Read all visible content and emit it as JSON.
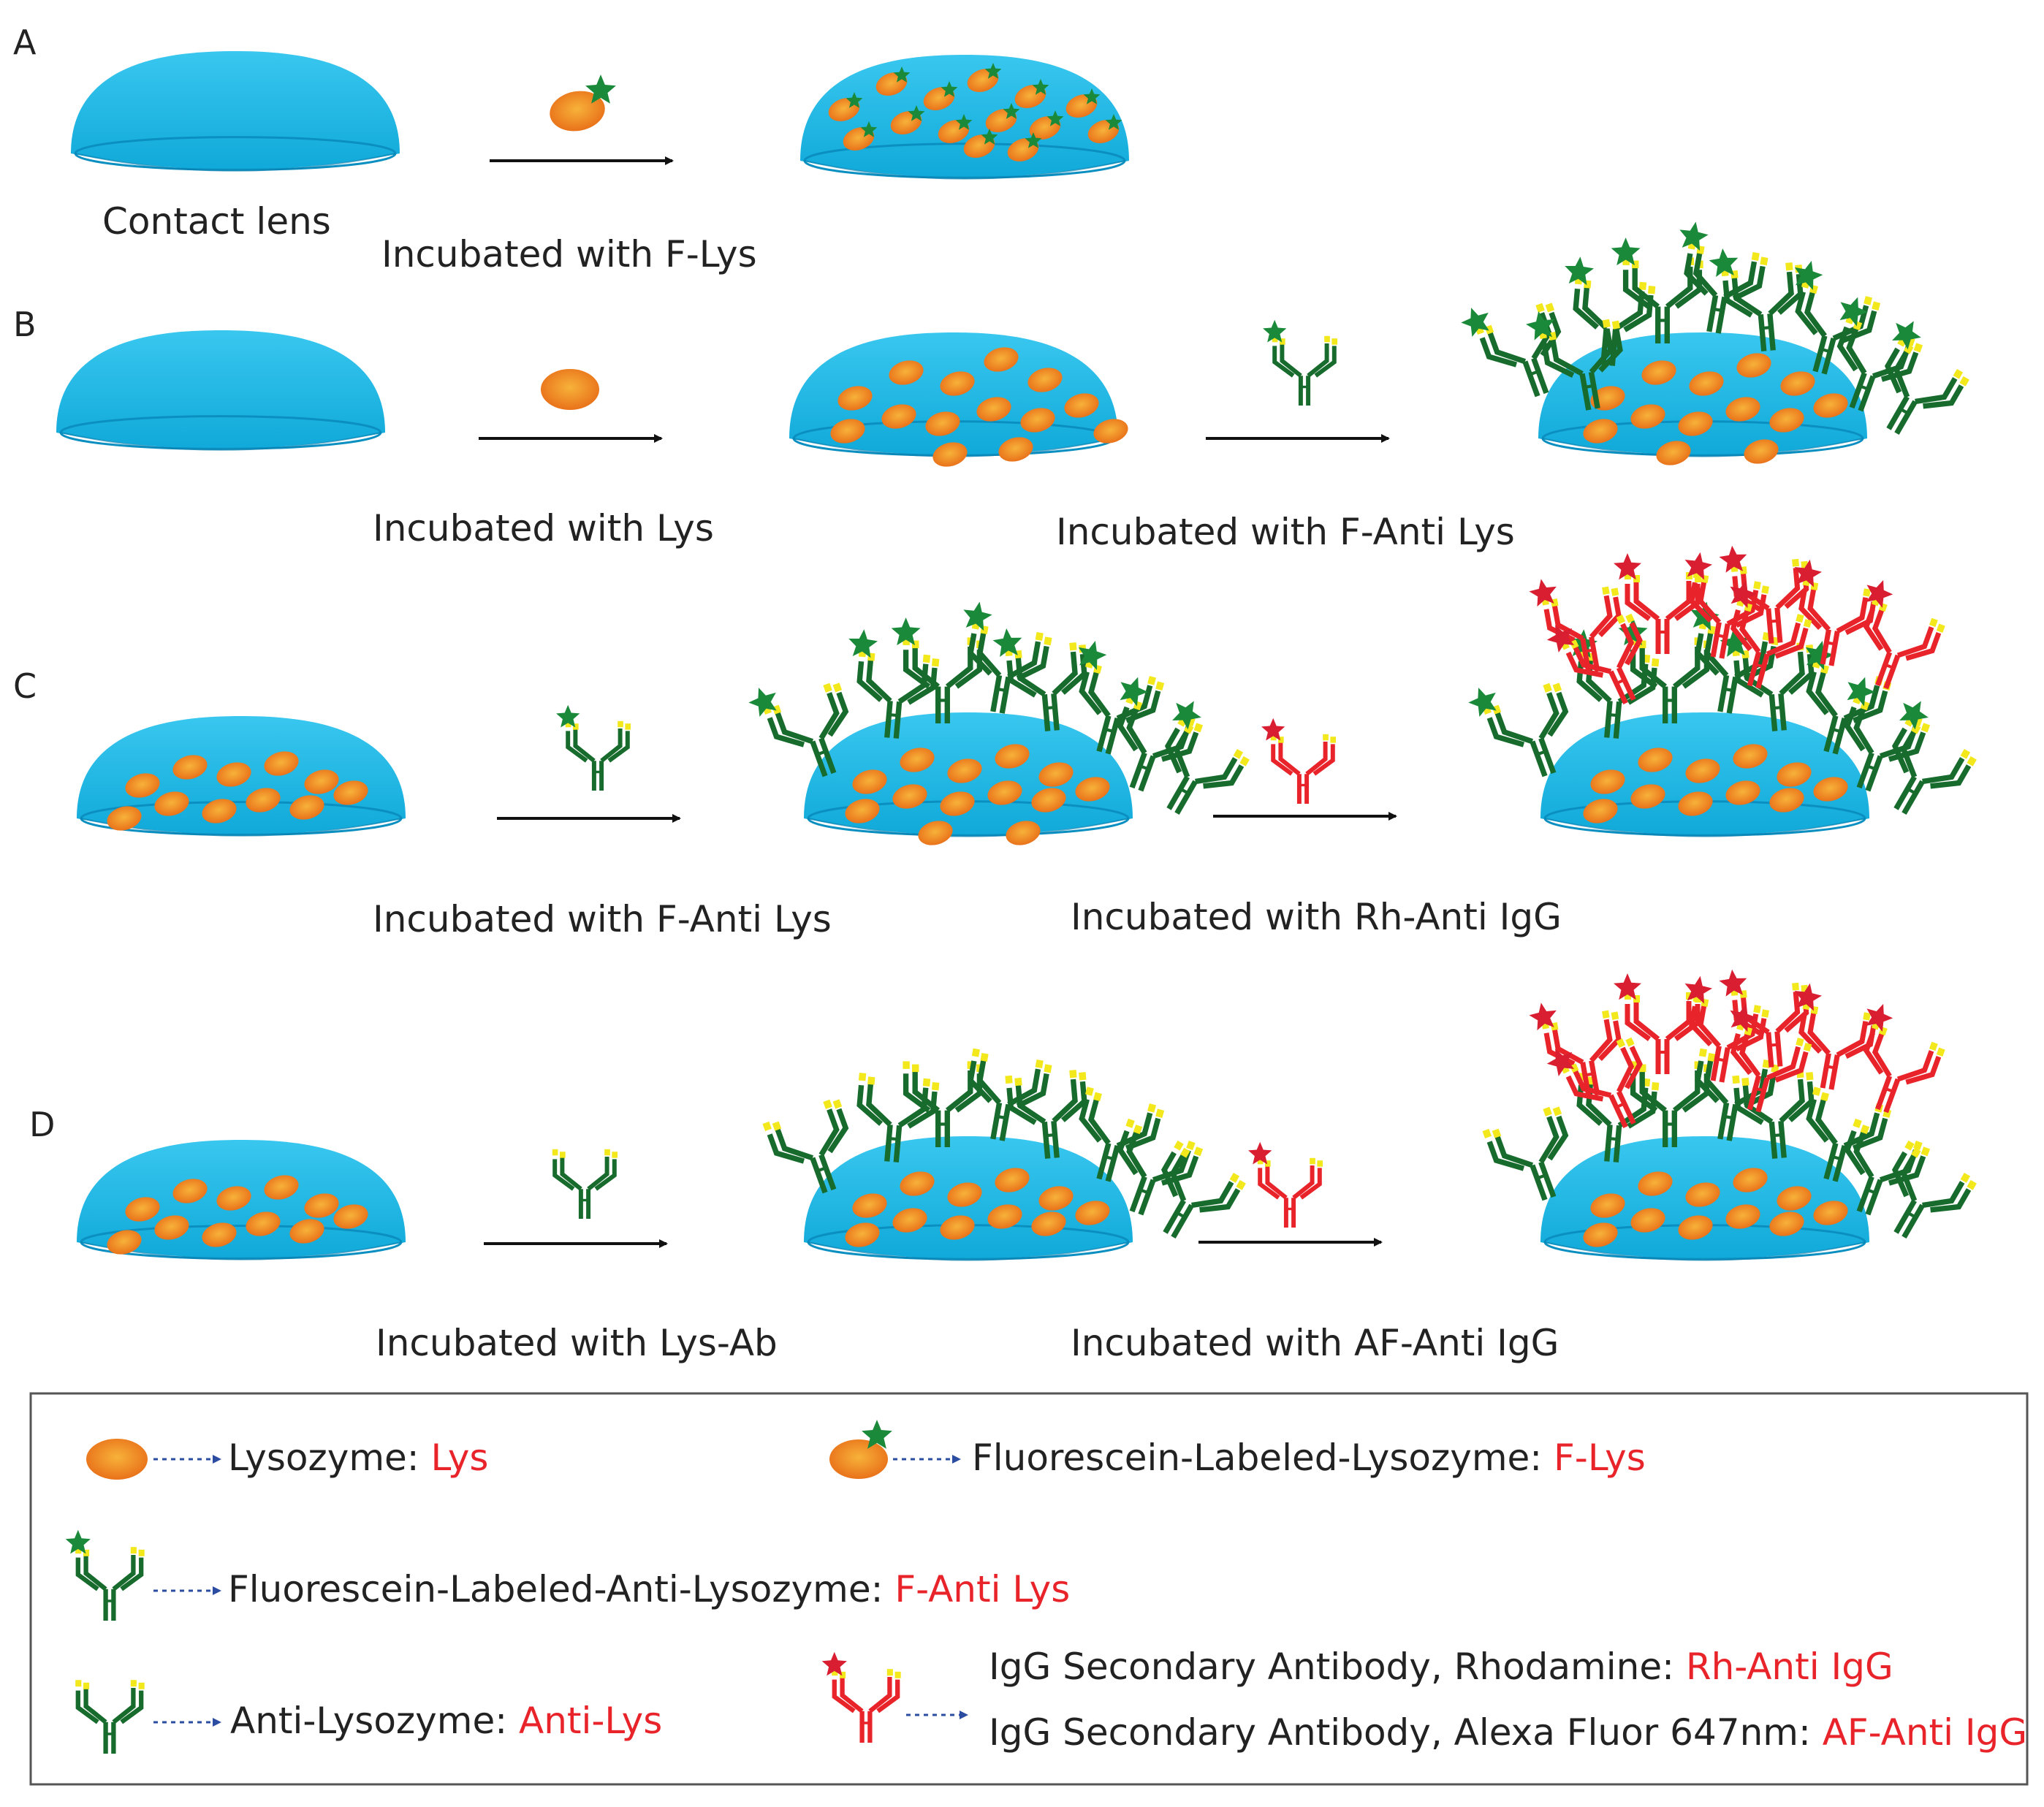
{
  "panels": [
    {
      "letter": "A",
      "lens_label": "Contact lens",
      "steps": [
        "Incubated with F-Lys"
      ]
    },
    {
      "letter": "B",
      "steps": [
        "Incubated with Lys",
        "Incubated with F-Anti Lys"
      ]
    },
    {
      "letter": "C",
      "steps": [
        "Incubated with F-Anti Lys",
        "Incubated with Rh-Anti IgG"
      ]
    },
    {
      "letter": "D",
      "steps": [
        "Incubated with Lys-Ab",
        "Incubated with AF-Anti IgG"
      ]
    }
  ],
  "legend": {
    "lys": {
      "name": "Lysozyme: ",
      "abbr": "Lys"
    },
    "flys": {
      "name": "Fluorescein-Labeled-Lysozyme: ",
      "abbr": "F-Lys"
    },
    "fanti": {
      "name": "Fluorescein-Labeled-Anti-Lysozyme: ",
      "abbr": "F-Anti Lys"
    },
    "anti": {
      "name": "Anti-Lysozyme: ",
      "abbr": "Anti-Lys"
    },
    "rh": {
      "name": "IgG Secondary Antibody, Rhodamine: ",
      "abbr": "Rh-Anti IgG"
    },
    "af": {
      "name": "IgG Secondary Antibody, Alexa Fluor 647nm: ",
      "abbr": "AF-Anti IgG"
    }
  },
  "colors": {
    "lens": "#17b9e6",
    "lens_edge": "#0a8fc0",
    "lysozyme": "#f08a1e",
    "antibody_green": "#176b2c",
    "antibody_red": "#e8232a",
    "fluor_green_star": "#1a8a3a",
    "red_star": "#d81e30",
    "tips": "#f2e81c",
    "highlight_red_text": "#e8232a",
    "arrow": "#111111",
    "legend_arrow": "#2b4ca0"
  },
  "icons": [
    "contact-lens",
    "lysozyme",
    "fluorescein-star",
    "antibody-y",
    "arrow-right"
  ]
}
